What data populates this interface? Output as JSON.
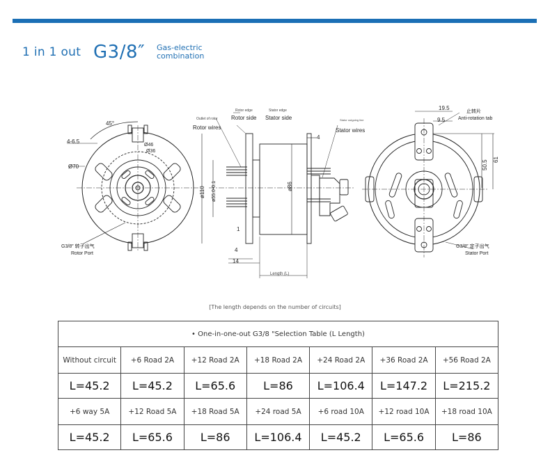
{
  "header": {
    "left_label": "1 in 1 out",
    "model": "G3/8″",
    "subtitle_line1": "Gas-electric",
    "subtitle_line2": "combination"
  },
  "drawing": {
    "left": {
      "angle": "45°",
      "slots": "4-6.5",
      "d70": "Ø70",
      "d46": "Ø46",
      "d36": "Ø36",
      "port_cn": "G3/8″ 转子出气",
      "port_en": "Rotor Port"
    },
    "middle": {
      "outlet_of_rotor": "Outlet of rotor",
      "rotor_wires": "Rotor wires",
      "rotor_edge": "Rotor edge",
      "rotor_side": "Rotor side",
      "stator_edge": "Stator edge",
      "stator_side": "Stator side",
      "stator_outgoing": "Stator outgoing line",
      "stator_wires": "Stator wires",
      "dim_4_top": "4",
      "d110": "ø110",
      "d55": "ø55.0-0.1",
      "d86": "ø86",
      "dim_1": "1",
      "dim_4_bottom": "4",
      "dim_14": "14",
      "length": "Length (L)"
    },
    "right": {
      "dim_19_5": "19.5",
      "tab_cn": "止转片",
      "dim_9_5": "9.5",
      "tab_en": "Anti-rotation tab",
      "dim_50_5": "50.5",
      "dim_61": "61",
      "port_cn": "G3/8″ 定子出气",
      "port_en": "Stator Port"
    }
  },
  "caption": "[The length depends on the number of circuits]",
  "table": {
    "title": "• One-in-one-out G3/8 \"Selection Table (L Length)",
    "row1_headers": [
      "Without circuit",
      "+6 Road 2A",
      "+12 Road 2A",
      "+18 Road 2A",
      "+24 Road 2A",
      "+36 Road 2A",
      "+56 Road 2A"
    ],
    "row1_values": [
      "L=45.2",
      "L=45.2",
      "L=65.6",
      "L=86",
      "L=106.4",
      "L=147.2",
      "L=215.2"
    ],
    "row2_headers": [
      "+6 way 5A",
      "+12 Road 5A",
      "+18 Road 5A",
      "+24 road 5A",
      "+6 road 10A",
      "+12 road 10A",
      "+18 road 10A"
    ],
    "row2_values": [
      "L=45.2",
      "L=65.6",
      "L=86",
      "L=106.4",
      "L=45.2",
      "L=65.6",
      "L=86"
    ]
  }
}
